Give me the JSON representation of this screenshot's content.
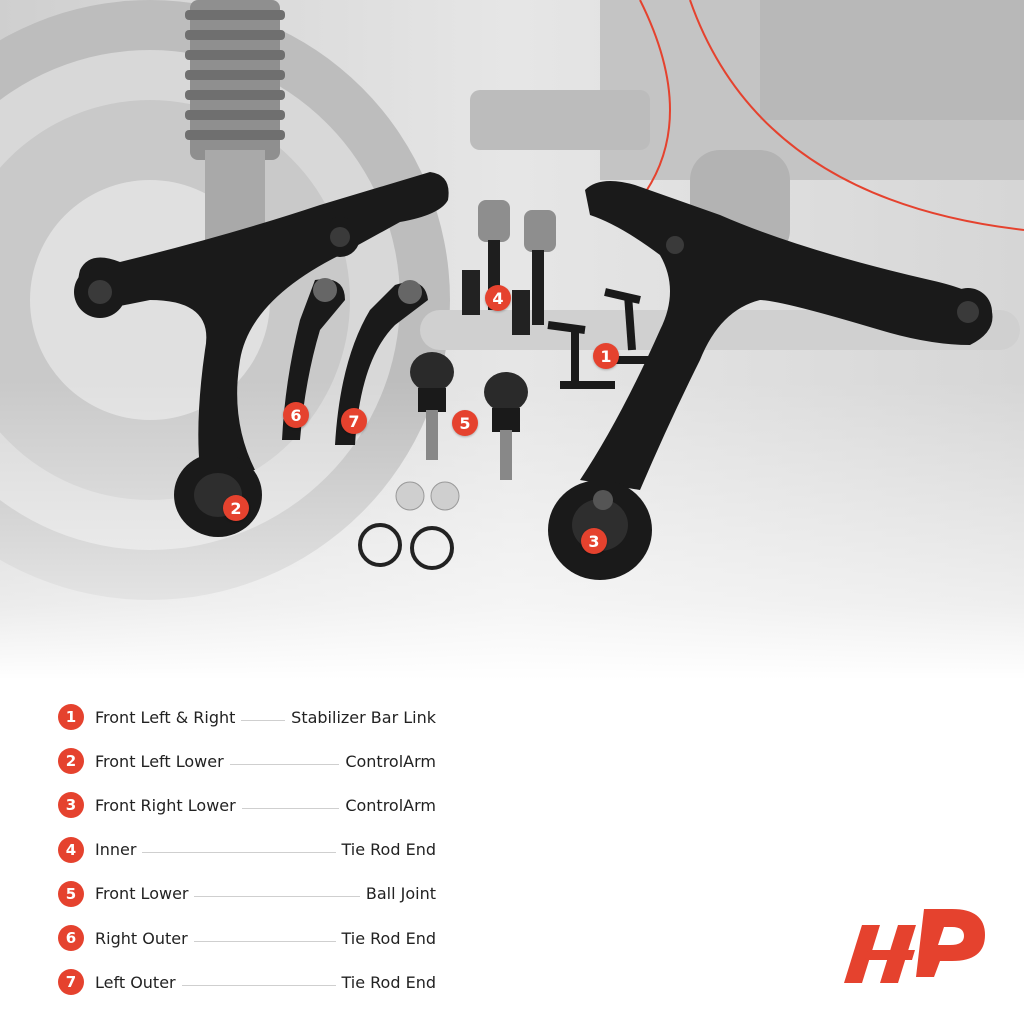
{
  "callouts": [
    "1",
    "2",
    "3",
    "4",
    "5",
    "6",
    "7"
  ],
  "legend": [
    {
      "num": "1",
      "left": "Front Left & Right",
      "right": "Stabilizer Bar Link"
    },
    {
      "num": "2",
      "left": "Front Left Lower",
      "right": "ControlArm"
    },
    {
      "num": "3",
      "left": "Front Right Lower",
      "right": "ControlArm"
    },
    {
      "num": "4",
      "left": "Inner",
      "right": "Tie Rod End"
    },
    {
      "num": "5",
      "left": "Front Lower",
      "right": "Ball Joint"
    },
    {
      "num": "6",
      "left": "Right Outer",
      "right": "Tie Rod End"
    },
    {
      "num": "7",
      "left": "Left Outer",
      "right": "Tie Rod End"
    }
  ],
  "colors": {
    "accent": "#e5422e",
    "part": "#1a1a1a",
    "background": "#ffffff"
  },
  "icons": {
    "brand_logo": "a-premium-logo-icon"
  }
}
